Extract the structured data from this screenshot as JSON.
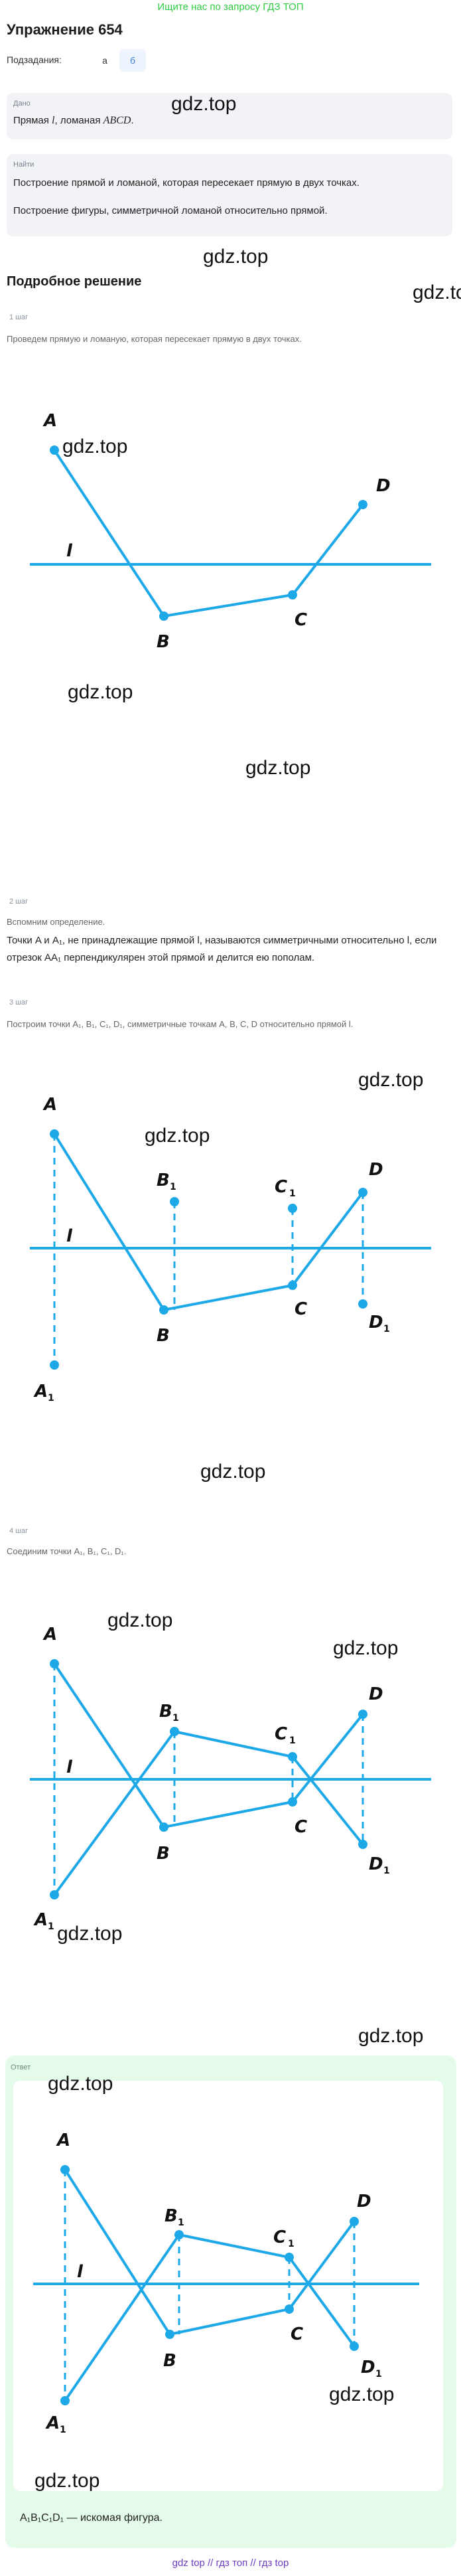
{
  "banner": "Ищите нас по запросу ГДЗ ТОП",
  "title": "Упражнение 654",
  "subtasks": {
    "label": "Подзадания:",
    "items": [
      "а",
      "б"
    ],
    "active": "б"
  },
  "given": {
    "label": "Дано",
    "text_pre": "Прямая ",
    "var_l": "l",
    "text_mid": ", ломаная ",
    "var_abcd": "ABCD",
    "text_end": "."
  },
  "find": {
    "label": "Найти",
    "line1": "Построение прямой и ломаной, которая пересекает прямую в двух точках.",
    "line2": "Построение фигуры, симметричной ломаной относительно прямой."
  },
  "solution_title": "Подробное решение",
  "watermark": "gdz.top",
  "steps": [
    {
      "label": "1 шаг",
      "text": "Проведем прямую и ломаную, которая пересекает прямую в двух точках."
    },
    {
      "label": "2 шаг",
      "text1": "Вспомним определение.",
      "text2": "Точки A и A₁, не принадлежащие прямой l, называются симметричными относительно l, если отрезок AA₁ перпендикулярен этой прямой и делится ею пополам."
    },
    {
      "label": "3 шаг",
      "text": "Построим точки A₁, B₁, C₁, D₁, симметричные точкам A, B, C, D относительно прямой l."
    },
    {
      "label": "4 шаг",
      "text": "Соединим точки A₁, B₁, C₁, D₁."
    }
  ],
  "labels": {
    "A": "A",
    "B": "B",
    "C": "C",
    "D": "D",
    "l": "l",
    "sub1": "1"
  },
  "answer": {
    "label": "Ответ",
    "text": "A₁B₁C₁D₁ — искомая фигура."
  },
  "footer": "gdz top  //  гдз топ  //  гдз top",
  "colors": {
    "line": "#1da8e8",
    "accent_green": "#2ecc40",
    "answer_bg": "#e4fbea",
    "footer": "#6a3cc2"
  }
}
